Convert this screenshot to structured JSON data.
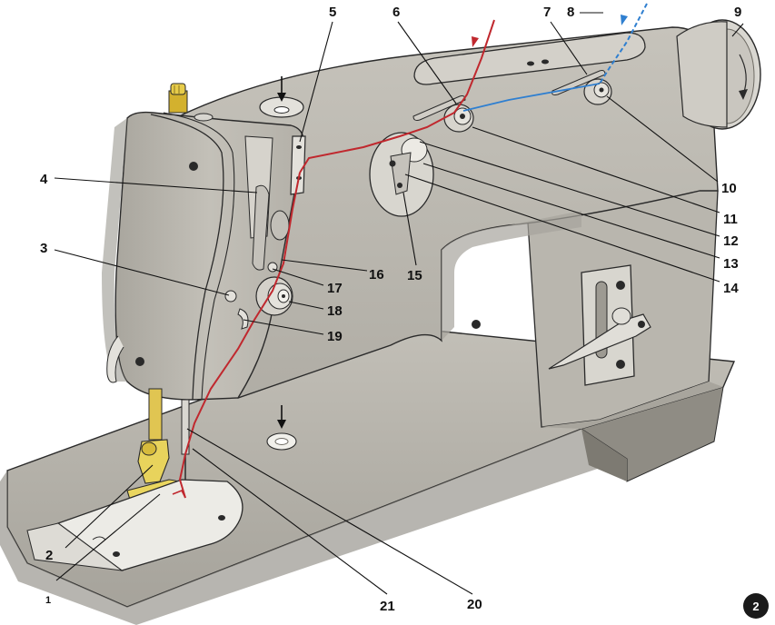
{
  "figure": {
    "labels": [
      "1",
      "2",
      "3",
      "4",
      "5",
      "6",
      "7",
      "8",
      "9",
      "10",
      "11",
      "12",
      "13",
      "14",
      "15",
      "16",
      "17",
      "18",
      "19",
      "20",
      "21"
    ],
    "page_badge": "2"
  },
  "colors": {
    "body": "#bdbab2",
    "body_shadow": "#a09d95",
    "body_dark": "#8c8981",
    "outline": "#2a2a2a",
    "thread_red": "#c0282e",
    "thread_blue": "#2f7fd0",
    "presser_foot": "#e8d35c",
    "spool_pin": "#e0c23a",
    "needle_plate": "#ecebe6"
  },
  "icons": [
    "arrow-down-icon"
  ]
}
